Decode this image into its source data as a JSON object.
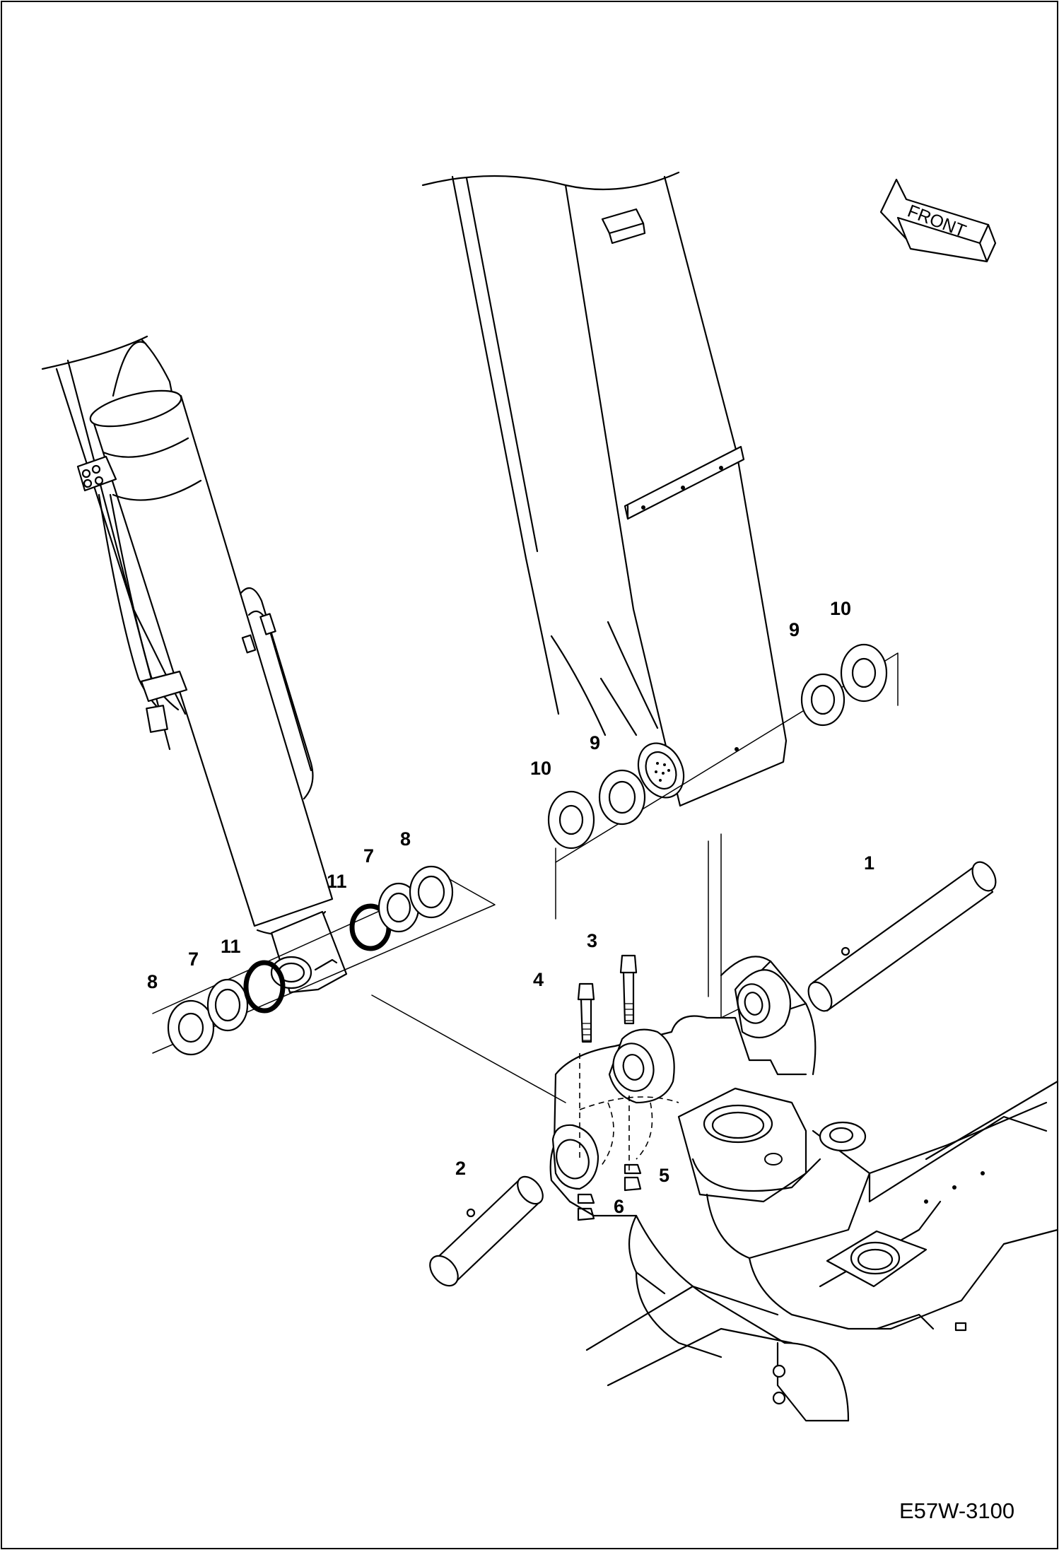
{
  "diagram": {
    "doc_id": "E57W-3100",
    "direction_label": "FRONT"
  },
  "callouts": [
    {
      "id": "c1",
      "text": "1"
    },
    {
      "id": "c2",
      "text": "2"
    },
    {
      "id": "c3",
      "text": "3"
    },
    {
      "id": "c4",
      "text": "4"
    },
    {
      "id": "c5",
      "text": "5"
    },
    {
      "id": "c6",
      "text": "6"
    },
    {
      "id": "c7a",
      "text": "7"
    },
    {
      "id": "c7b",
      "text": "7"
    },
    {
      "id": "c8a",
      "text": "8"
    },
    {
      "id": "c8b",
      "text": "8"
    },
    {
      "id": "c9a",
      "text": "9"
    },
    {
      "id": "c9b",
      "text": "9"
    },
    {
      "id": "c10a",
      "text": "10"
    },
    {
      "id": "c10b",
      "text": "10"
    },
    {
      "id": "c11a",
      "text": "11"
    },
    {
      "id": "c11b",
      "text": "11"
    }
  ]
}
